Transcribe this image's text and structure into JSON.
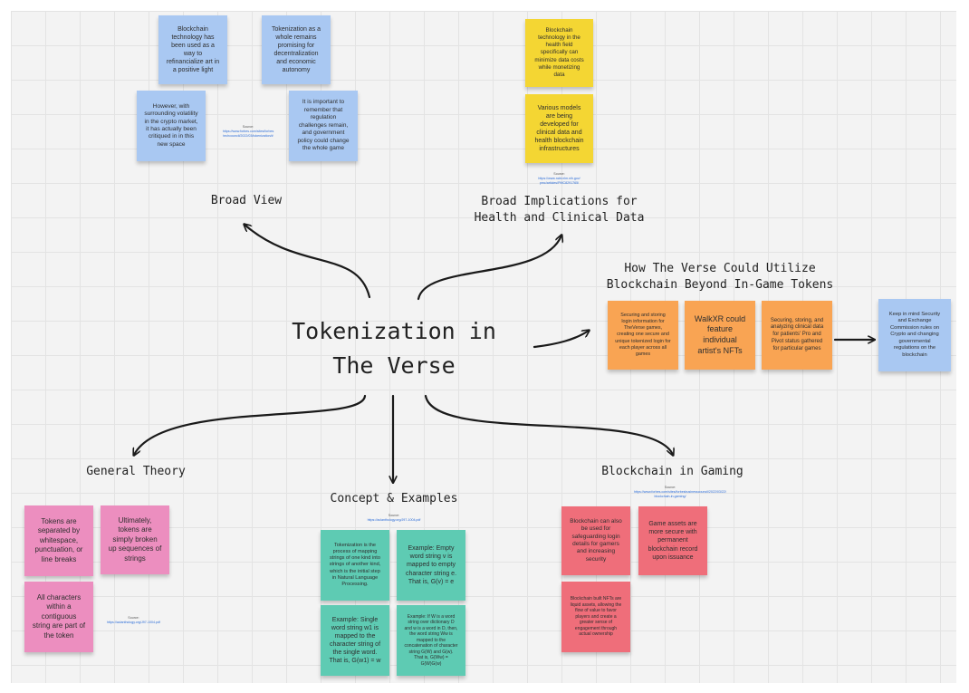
{
  "title": {
    "line1": "Tokenization in",
    "line2": "The Verse"
  },
  "headings": {
    "broad_view": "Broad View",
    "broad_impl_1": "Broad Implications for",
    "broad_impl_2": "Health and Clinical Data",
    "verse_1": "How The Verse Could Utilize",
    "verse_2": "Blockchain Beyond In-Game Tokens",
    "general_theory": "General Theory",
    "concept": "Concept & Examples",
    "gaming": "Blockchain in Gaming"
  },
  "notes": {
    "bv1": "Blockchain technology has been used as a way to refinancialize art in a positive light",
    "bv2": "Tokenization as a whole remains promising for decentralization and economic autonomy",
    "bv3": "However, with surrounding volatility in the crypto market, it has actually been critiqued in in this new space",
    "bv4": "It is important to remember that regulation challenges remain, and government policy could change the whole game",
    "h1": "Blockchain technology in the health field specifically can minimize data costs while monetizing data",
    "h2": "Various models are being developed for clinical data and health blockchain infrastructures",
    "v1": "Securing and storing login information for TheVerse games, creating one secure and unique tokenized login for each player across all games",
    "v2": "WalkXR could feature individual artist's NFTs",
    "v3": "Securing, storing, and analyzing clinical data for patients' Pro and Pivot status gathered for particular games",
    "v4": "Keep in mind Security and Exchange Commission rules on Crypto and changing governmental regulations on the blockchain",
    "g1": "Tokens are separated by whitespace, punctuation, or line breaks",
    "g2": "Ultimately, tokens are simply broken up sequences of strings",
    "g3": "All characters within a contiguous string are part of the token",
    "c1": "Tokenization is the process of mapping strings of one kind into strings of another kind, which is the initial step in Natural Language Processing.",
    "c2": "Example: Empty word string v is mapped to empty character string e. That is, G(v) = e",
    "c3": "Example: Single word string w1 is mapped to the character string of the single word. That is, G(w1) = w",
    "c4": "Example: If W is a word string over dictionary D and w is a word in D, then, the word string Ww is mapped to the concatenation of character string G(W) and G(w). That is, G(Ww) = G(W)G(w)",
    "bg1": "Blockchain can also be used for safeguarding login details for gamers and increasing security",
    "bg2": "Game assets are more secure with permanent blockchain record upon issuance",
    "bg3": "Blockchain built NFTs are liquid assets, allowing the flow of value to favor players and create a greater sense of engagement through actual ownership"
  },
  "sources": {
    "bv": {
      "label": "Source:",
      "link1": "https://www.forbes.com/sites/forbes",
      "link2": "techcouncil/2022/03/tokenization/#"
    },
    "h": {
      "label": "Source:",
      "link1": "https://www.ncbi.nlm.nih.gov/",
      "link2": "pmc/articles/PMC8291765/"
    },
    "gt": {
      "label": "Source:",
      "link1": "https://aclanthology.org/J97-1004.pdf",
      "link2": ""
    },
    "ce": {
      "label": "Source:",
      "link1": "https://aclanthology.org/J97-1004.pdf",
      "link2": ""
    },
    "bg": {
      "label": "Source:",
      "link1": "https://www.forbes.com/sites/forbesbusinesscouncil/2022/03/22/",
      "link2": "blockchain-in-gaming/"
    }
  },
  "colors": {
    "blue": "#a9c8f2",
    "yellow": "#f4d633",
    "orange": "#f9a453",
    "pink": "#ec8ebf",
    "teal": "#5ecbb3",
    "red": "#ef6e7a"
  }
}
